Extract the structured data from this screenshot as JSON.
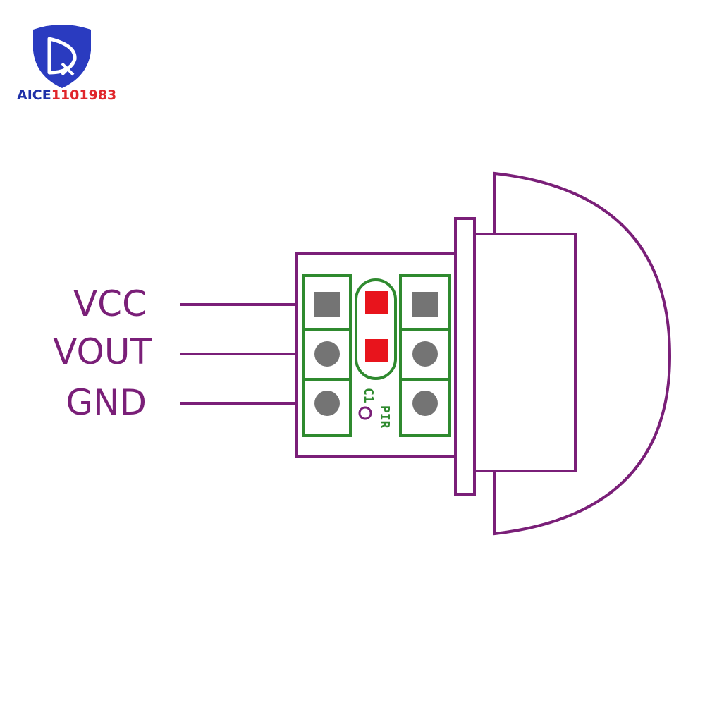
{
  "brand": {
    "logo_icon": "shield-with-d-logo",
    "name_prefix": "AICE",
    "name_suffix": "1101983",
    "prefix_color": "#1e2fa8",
    "suffix_color": "#e0262b"
  },
  "pins": [
    {
      "label": "VCC",
      "pad": "square"
    },
    {
      "label": "VOUT",
      "pad": "round"
    },
    {
      "label": "GND",
      "pad": "round"
    }
  ],
  "board": {
    "silkscreen": {
      "capacitor": "C1",
      "sensor": "PIR"
    }
  },
  "colors": {
    "outline": "#7a1f78",
    "silkscreen": "#2f8a2f",
    "pad": "#747474",
    "smd_pad": "#e8141c"
  }
}
